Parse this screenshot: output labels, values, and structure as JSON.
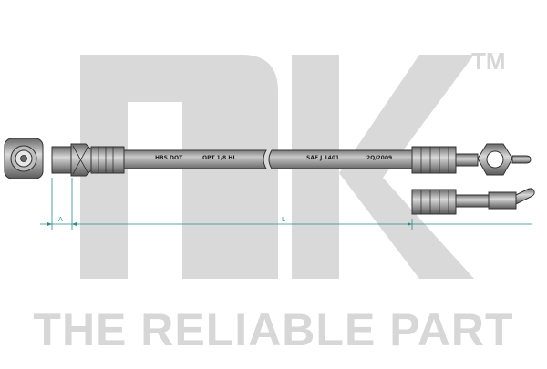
{
  "watermark": {
    "logo_text": "nk",
    "trademark": "TM",
    "tagline": "THE RELIABLE PART"
  },
  "hose": {
    "markings": [
      "HBS DOT",
      "OPT 1/8 HL",
      "SAE J 1401",
      "2Q/2009"
    ]
  },
  "dimensions": {
    "a_label": "A",
    "l_label": "L"
  },
  "colors": {
    "watermark": "#d9d9d9",
    "dimension_line": "#2a8a8a",
    "hose_body": "#a9a9a9"
  }
}
